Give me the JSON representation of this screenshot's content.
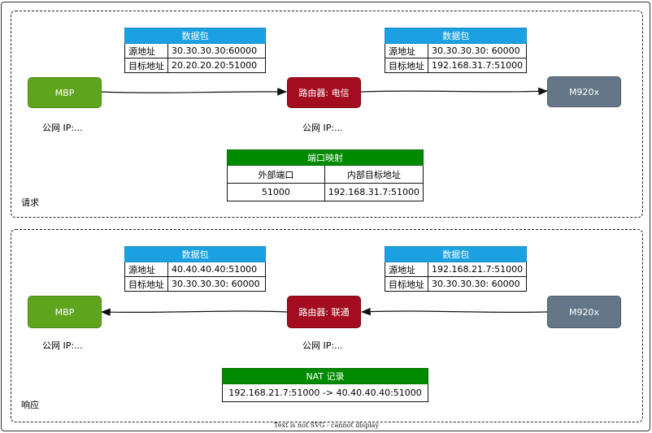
{
  "request": {
    "label": "请求",
    "packet_left": {
      "title": "数据包",
      "rows": [
        [
          "源地址",
          "30.30.30.30:60000"
        ],
        [
          "目标地址",
          "20.20.20.20:51000"
        ]
      ]
    },
    "packet_right": {
      "title": "数据包",
      "rows": [
        [
          "源地址",
          "30.30.30.30: 60000"
        ],
        [
          "目标地址",
          "192.168.31.7:51000"
        ]
      ]
    },
    "nodes": {
      "left": "MBP",
      "middle": "路由器: 电信",
      "right": "M920x"
    },
    "ip_labels": {
      "left": "公网 IP:...",
      "middle": "公网 IP:..."
    },
    "port_mapping": {
      "title": "端口映射",
      "headers": [
        "外部端口",
        "内部目标地址"
      ],
      "row": [
        "51000",
        "192.168.31.7:51000"
      ]
    }
  },
  "response": {
    "label": "响应",
    "packet_left": {
      "title": "数据包",
      "rows": [
        [
          "源地址",
          "40.40.40.40:51000"
        ],
        [
          "目标地址",
          "30.30.30.30: 60000"
        ]
      ]
    },
    "packet_right": {
      "title": "数据包",
      "rows": [
        [
          "源地址",
          "192.168.21.7:51000"
        ],
        [
          "目标地址",
          "30.30.30.30: 60000"
        ]
      ]
    },
    "nodes": {
      "left": "MBP",
      "middle": "路由器: 联通",
      "right": "M920x"
    },
    "ip_labels": {
      "left": "公网 IP:...",
      "middle": "公网 IP:..."
    },
    "nat_record": {
      "title": "NAT 记录",
      "value": "192.168.21.7:51000 -> 40.40.40.40:51000"
    }
  },
  "footer": "Text is not SVG - cannot display",
  "colors": {
    "node_green": "#5ea41c",
    "node_red": "#a30d1f",
    "node_grey": "#647687",
    "table_blue": "#1ba1e2",
    "table_green": "#008a00"
  }
}
